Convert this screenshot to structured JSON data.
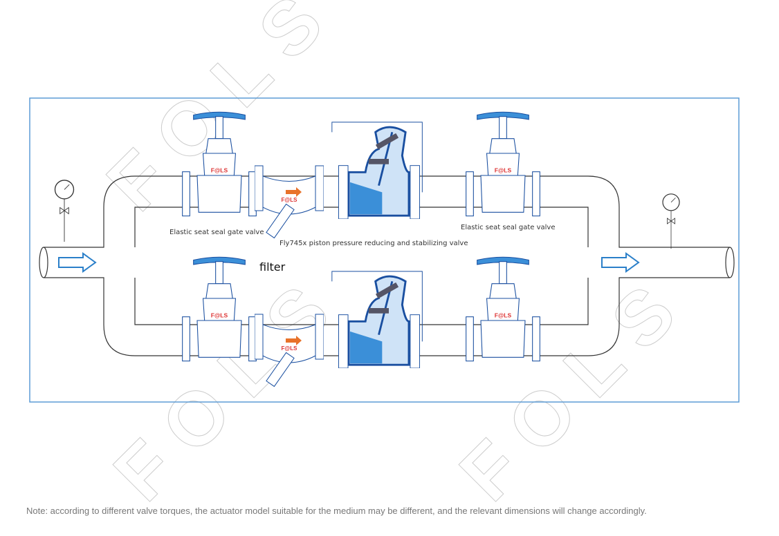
{
  "diagram": {
    "labels": {
      "gate_valve_left": "Elastic seat seal gate valve",
      "gate_valve_right": "Elastic seat seal gate valve",
      "prv": "Fly745x piston pressure reducing and stabilizing valve",
      "filter": "filter"
    },
    "valve_logo": "F@LS",
    "watermark": "FOLS",
    "colors": {
      "frame": "#5b9bd5",
      "valve": "#1a4fa0",
      "valve_fill": "#3b8fd8",
      "pipe": "#333333",
      "arrow": "#2a7fc9",
      "flow_arrow_orange": "#e8722a"
    }
  },
  "note": "Note: according to different valve torques, the actuator model suitable for the medium may be different, and the relevant dimensions will change accordingly."
}
